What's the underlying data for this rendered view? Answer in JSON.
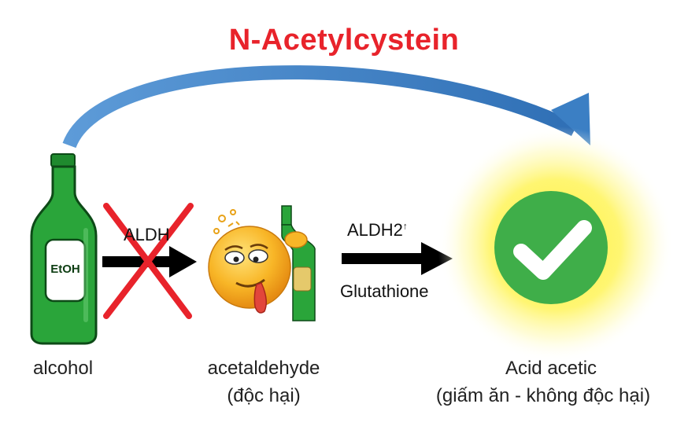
{
  "title": "N-Acetylcystein",
  "bottle_label": "EtOH",
  "step1": {
    "enzyme": "ALDH",
    "blocked": true
  },
  "step2": {
    "enzyme_top": "ALDH2",
    "enzyme_superscript": "↑",
    "enzyme_bottom": "Glutathione"
  },
  "nodes": {
    "alcohol": "alcohol",
    "acetaldehyde_line1": "acetaldehyde",
    "acetaldehyde_line2": "(độc hại)",
    "acetic_line1": "Acid acetic",
    "acetic_line2": "(giấm ăn - không độc hại)"
  },
  "colors": {
    "title": "#e8232b",
    "bottle": "#1f8a2e",
    "cross": "#e8232b",
    "check_circle": "#3fae49",
    "glow": "#fff33b",
    "curve_arrow": "#3b7fc4"
  },
  "icons": [
    "beer-bottle-icon",
    "drunk-emoji-icon",
    "check-circle-icon"
  ]
}
